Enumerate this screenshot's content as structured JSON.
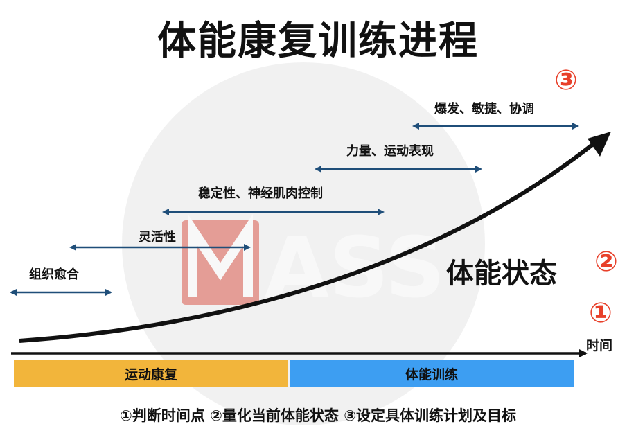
{
  "title": "体能康复训练进程",
  "watermark": {
    "text": "MASS",
    "circle_color": "#ececec",
    "logo_color": "#d94c3d"
  },
  "stages": [
    {
      "label": "组织愈合"
    },
    {
      "label": "灵活性"
    },
    {
      "label": "稳定性、神经肌肉控制"
    },
    {
      "label": "力量、运动表现"
    },
    {
      "label": "爆发、敏捷、协调"
    }
  ],
  "arrow_color": "#1f4e79",
  "markers": {
    "one": "①",
    "two": "②",
    "three": "③",
    "color": "#e8402a"
  },
  "curve_label": "体能状态",
  "time_label": "时间",
  "phases": [
    {
      "label": "运动康复",
      "color": "#f2b53b"
    },
    {
      "label": "体能训练",
      "color": "#3d9ef2"
    }
  ],
  "bottom_note": "①判断时间点 ②量化当前体能状态 ③设定具体训练计划及目标"
}
